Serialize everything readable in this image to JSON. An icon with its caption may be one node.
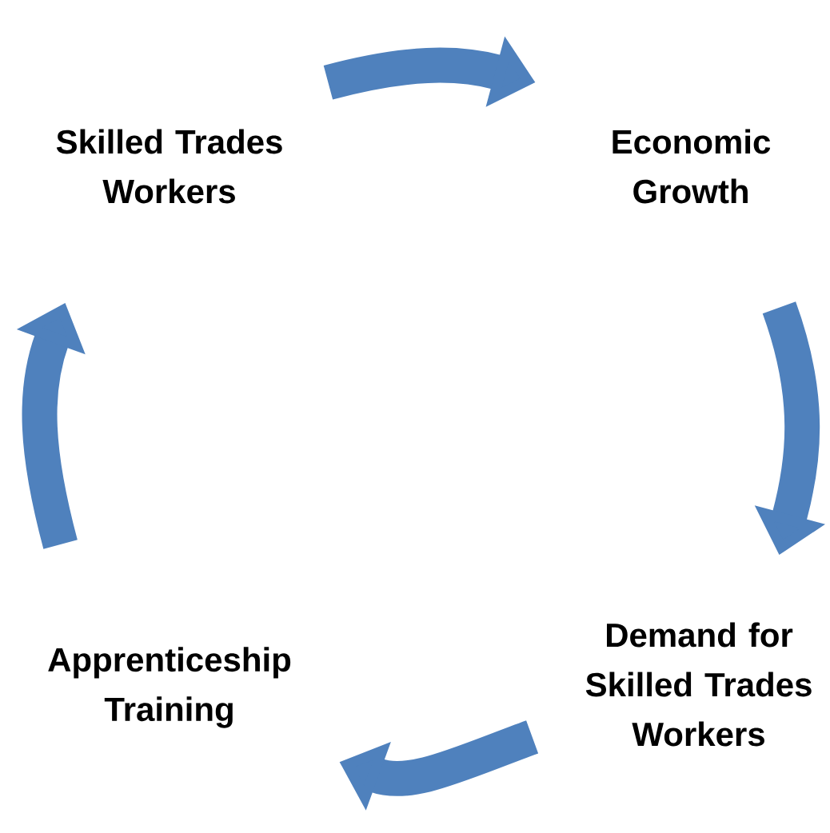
{
  "diagram": {
    "nodes": [
      {
        "text": [
          "Skilled Trades Workers"
        ]
      },
      {
        "text": [
          "Economic Growth"
        ]
      },
      {
        "text": [
          "Demand for Skilled Trades Workers"
        ]
      },
      {
        "text": [
          "Apprenticeship Training"
        ]
      }
    ],
    "edges": [
      {
        "from": 0,
        "to": 1,
        "arrow": "to"
      },
      {
        "from": 1,
        "to": 2,
        "arrow": "to"
      },
      {
        "from": 2,
        "to": 3,
        "arrow": "to"
      },
      {
        "from": 3,
        "to": 0,
        "arrow": "to"
      }
    ]
  }
}
